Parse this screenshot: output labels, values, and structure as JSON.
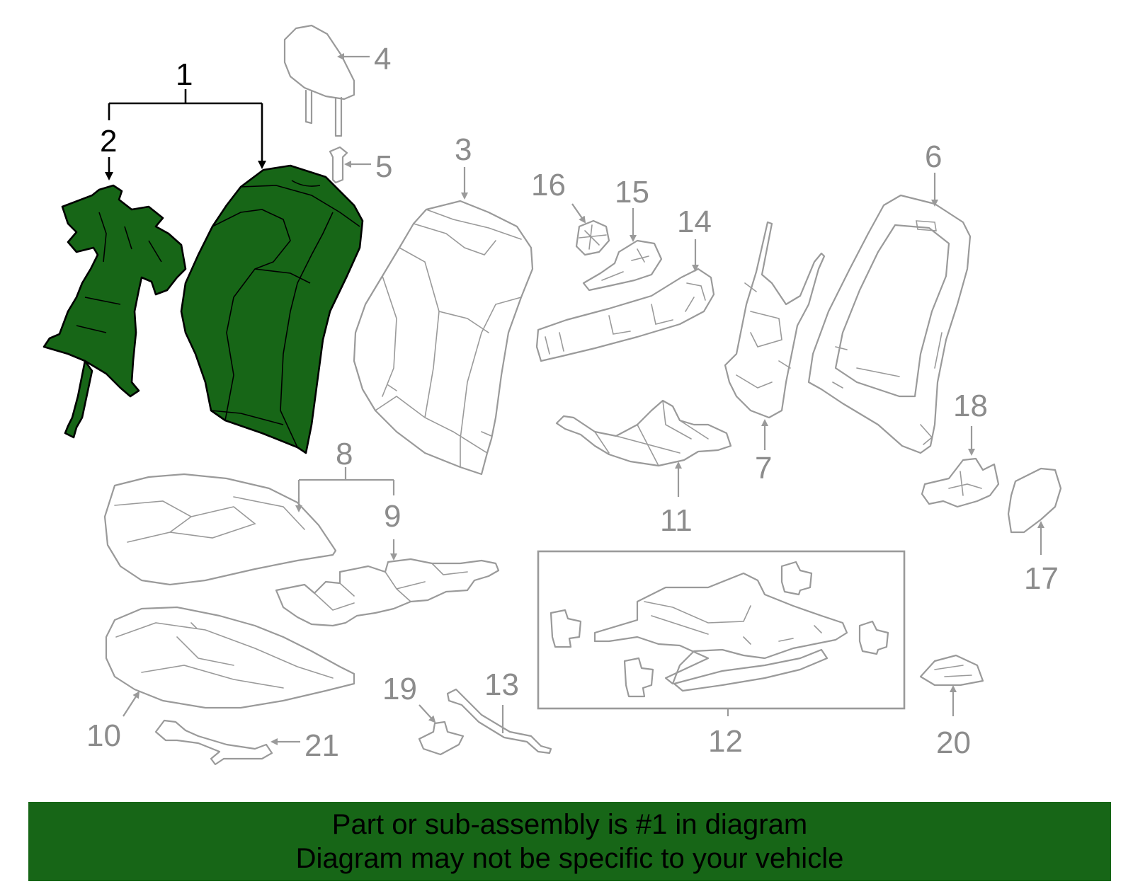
{
  "callouts": {
    "c1": "1",
    "c2": "2",
    "c3": "3",
    "c4": "4",
    "c5": "5",
    "c6": "6",
    "c7": "7",
    "c8": "8",
    "c9": "9",
    "c10": "10",
    "c11": "11",
    "c12": "12",
    "c13": "13",
    "c14": "14",
    "c15": "15",
    "c16": "16",
    "c17": "17",
    "c18": "18",
    "c19": "19",
    "c20": "20",
    "c21": "21"
  },
  "highlight_color": "#176617",
  "banner": {
    "line1": "Part or sub-assembly is #1 in diagram",
    "line2": "Diagram may not be specific to your vehicle"
  }
}
